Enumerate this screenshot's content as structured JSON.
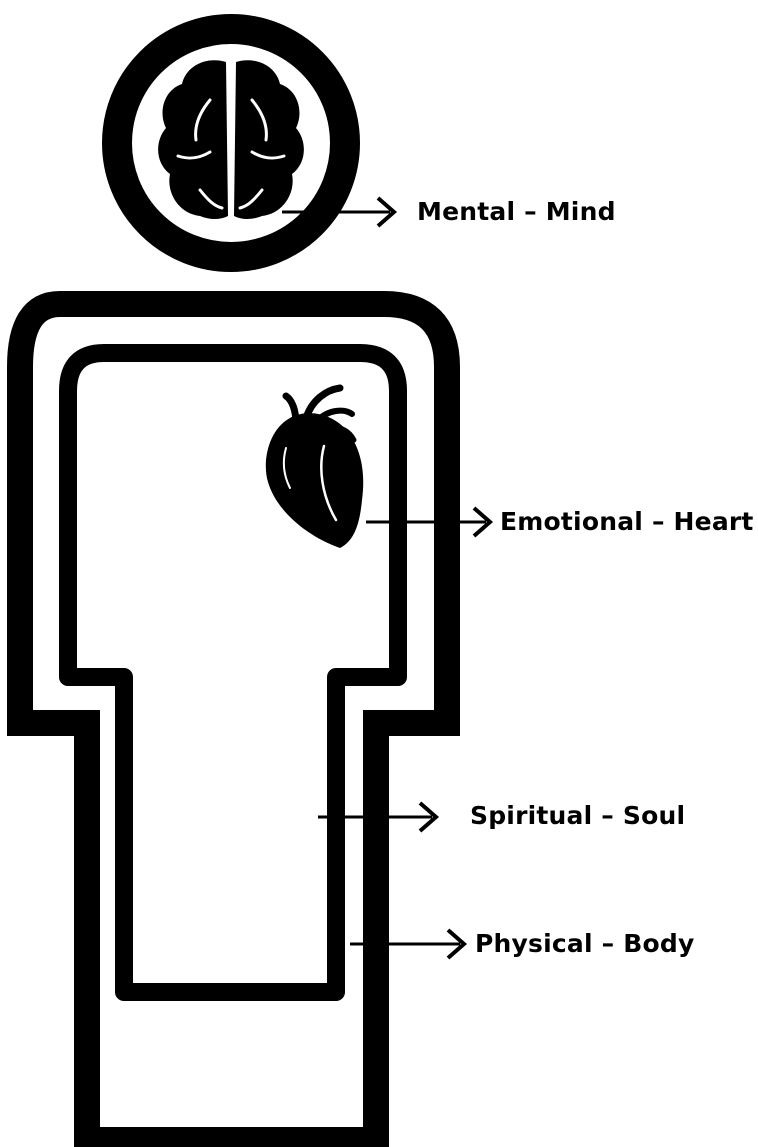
{
  "colors": {
    "ink": "#000000",
    "background": "#ffffff"
  },
  "labels": {
    "mind": "Mental – Mind",
    "heart": "Emotional – Heart",
    "soul": "Spiritual – Soul",
    "body": "Physical – Body"
  },
  "icons": {
    "brain": "brain-icon",
    "heart": "heart-icon",
    "arrow": "arrow-right-icon"
  }
}
